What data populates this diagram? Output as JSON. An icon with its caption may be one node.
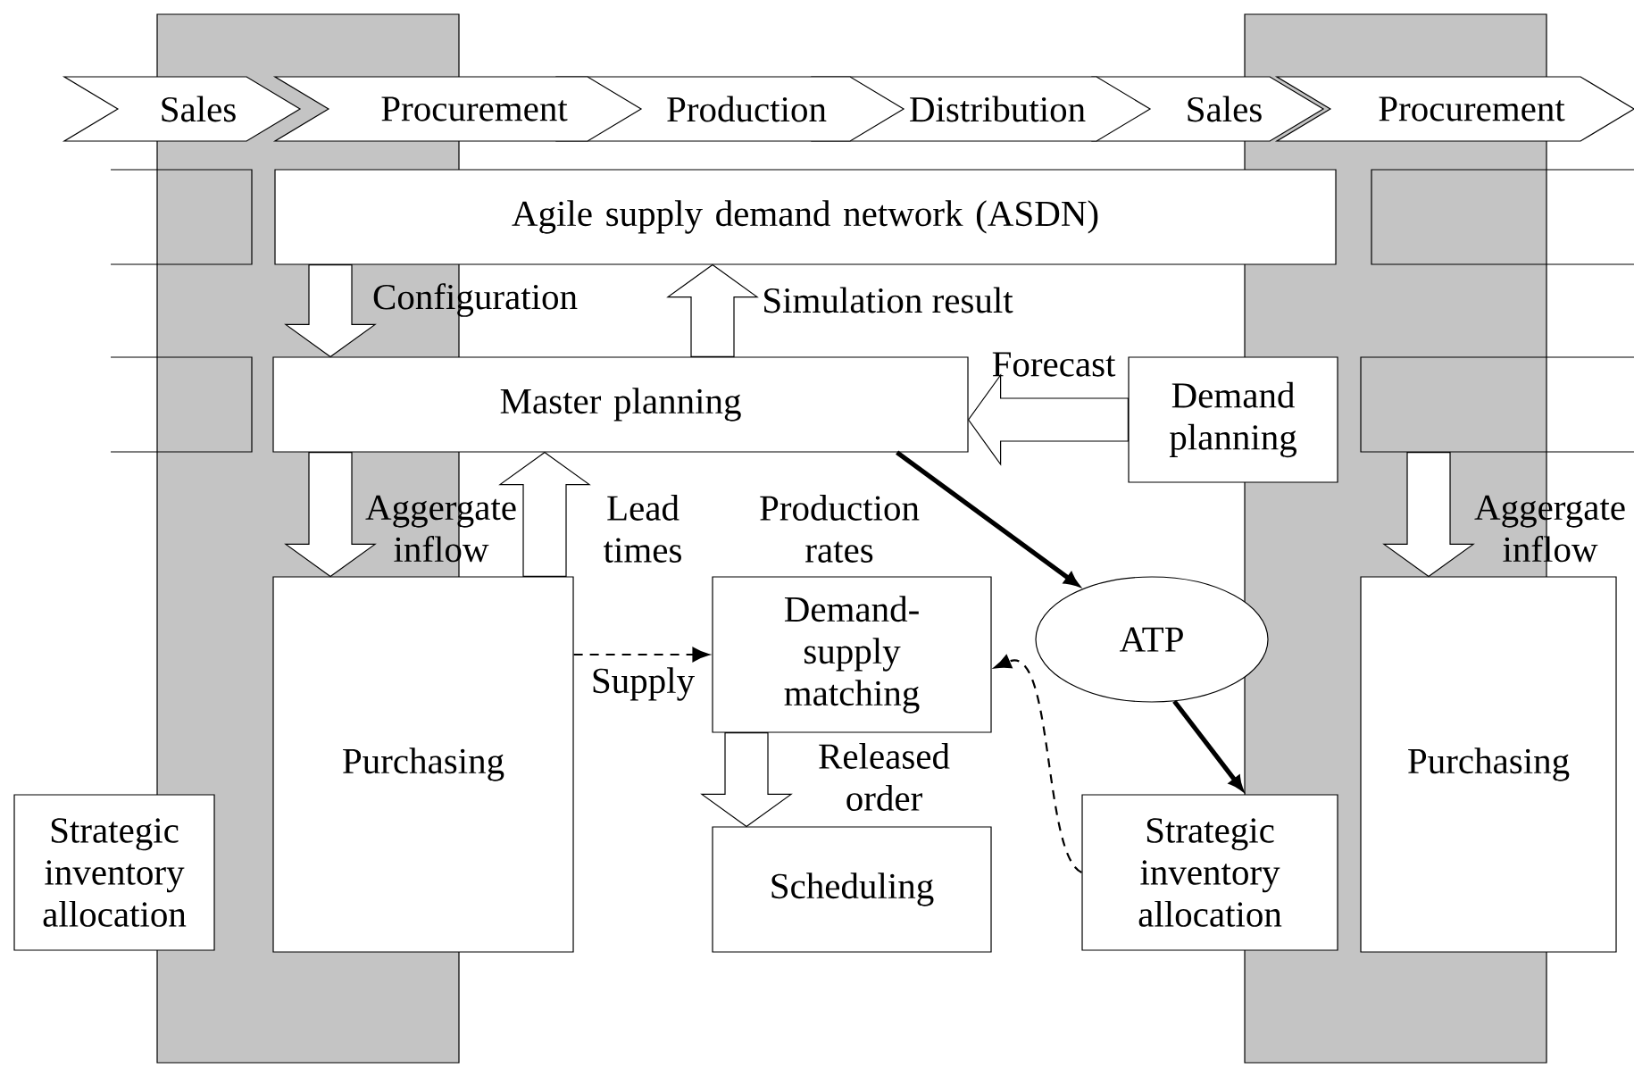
{
  "diagram": {
    "nodes": [
      {
        "text": [
          "Sales"
        ]
      },
      {
        "text": [
          "Procurement"
        ]
      },
      {
        "text": [
          "Production"
        ]
      },
      {
        "text": [
          "Distribution"
        ]
      },
      {
        "text": [
          "Sales"
        ]
      },
      {
        "text": [
          "Procurement"
        ]
      },
      {
        "text": [],
        "shape": "box"
      },
      {
        "text": [
          "Agile supply demand network (ASDN)"
        ]
      },
      {
        "text": [],
        "shape": "box"
      },
      {
        "text": [],
        "shape": "box"
      },
      {
        "text": [
          "Master planning"
        ]
      },
      {
        "text": [
          "Demand planning"
        ]
      },
      {
        "text": [],
        "shape": "box"
      },
      {
        "text": [
          "Purchasing"
        ]
      },
      {
        "text": [
          "Demand-supply matching"
        ]
      },
      {
        "text": [
          "ATP"
        ]
      },
      {
        "text": [
          "Purchasing"
        ]
      },
      {
        "text": [
          "Strategic inventory allocation"
        ]
      },
      {
        "text": [
          "Scheduling"
        ]
      },
      {
        "text": [
          "Strategic inventory allocation"
        ]
      }
    ],
    "edges": [
      {
        "from": 7,
        "to": 10,
        "arrow": "to",
        "label": "Configuration"
      },
      {
        "from": 10,
        "to": 7,
        "arrow": "to",
        "label": "Simulation result"
      },
      {
        "from": 11,
        "to": 10,
        "arrow": "to",
        "label": "Forecast"
      },
      {
        "from": 10,
        "to": 13,
        "arrow": "to",
        "label": "Aggergate inflow"
      },
      {
        "from": 13,
        "to": 10,
        "arrow": "to",
        "label": "Lead times"
      },
      {
        "from": 10,
        "to": 15,
        "arrow": "to",
        "label": "Production rates",
        "style": "thick"
      },
      {
        "from": 13,
        "to": 14,
        "arrow": "to",
        "label": "Supply",
        "style": "dashed"
      },
      {
        "from": 15,
        "to": 19,
        "arrow": "to",
        "style": "thick"
      },
      {
        "from": 19,
        "to": 14,
        "arrow": "to",
        "style": "dashed"
      },
      {
        "from": 14,
        "to": 18,
        "arrow": "to",
        "label": "Released order"
      },
      {
        "from": 12,
        "to": 16,
        "arrow": "to",
        "label": "Aggergate inflow"
      }
    ]
  }
}
